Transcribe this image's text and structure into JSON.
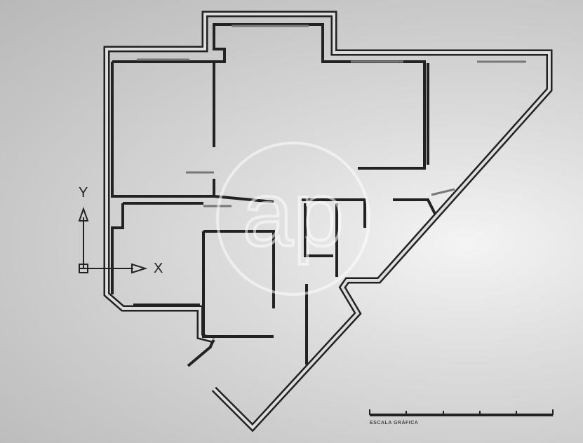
{
  "axes": {
    "y_label": "Y",
    "x_label": "X"
  },
  "scale_bar": {
    "label": "ESCALA GRÁFICA",
    "divisions": 5
  },
  "watermark": {
    "text": "ap"
  }
}
